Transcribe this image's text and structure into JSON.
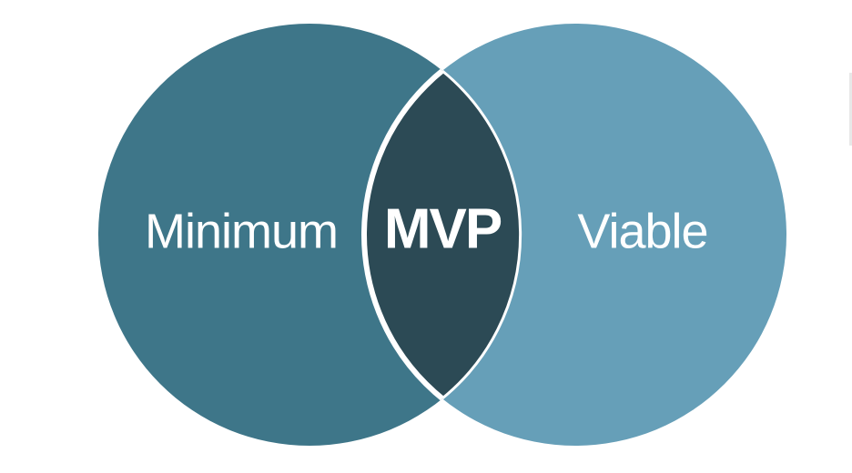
{
  "diagram": {
    "left_label": "Minimum",
    "right_label": "Viable",
    "center_label": "MVP"
  },
  "colors": {
    "left_circle": "#3e7689",
    "right_circle": "#669fb8",
    "overlap": "#2c4a55",
    "outline": "#ffffff",
    "text": "#ffffff",
    "background": "#ffffff"
  }
}
